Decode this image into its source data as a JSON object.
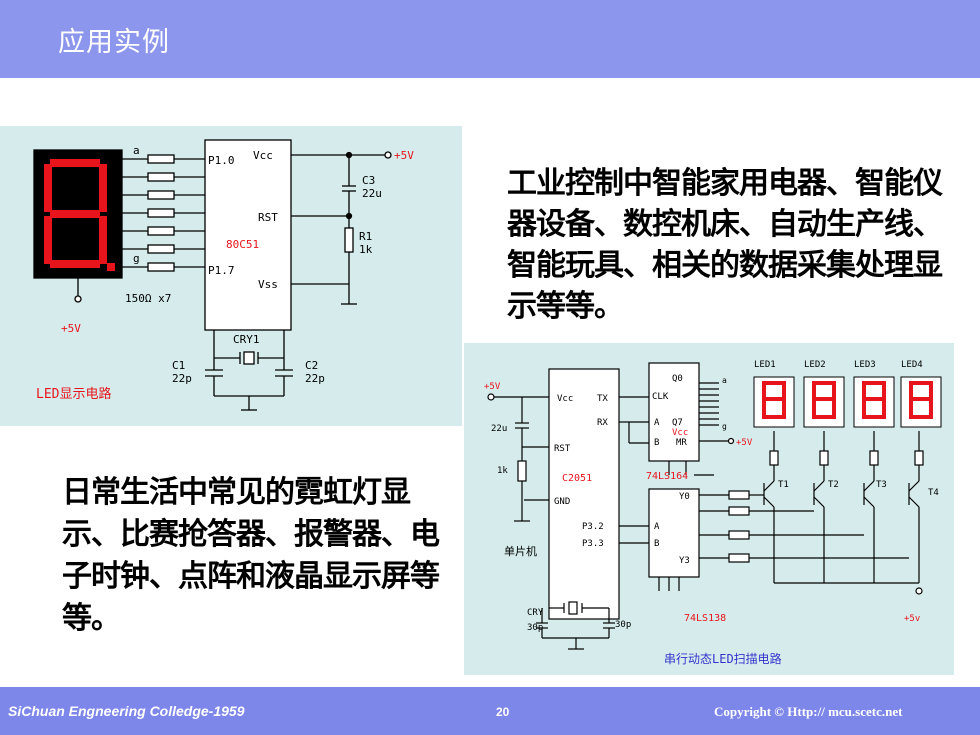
{
  "header": {
    "title": "应用实例"
  },
  "paragraphs": {
    "industrial": "工业控制中智能家用电器、智能仪器设备、数控机床、自动生产线、智能玩具、相关的数据采集处理显示等等。",
    "daily": "日常生活中常见的霓虹灯显示、比赛抢答器、报警器、电子时钟、点阵和液晶显示屏等等。"
  },
  "led_circuit": {
    "caption": "LED显示电路",
    "chip": "80C51",
    "pin_top": "P1.0",
    "pin_bottom": "P1.7",
    "vcc": "Vcc",
    "vss": "Vss",
    "rst": "RST",
    "crystal": "CRY1",
    "c1": "C1",
    "c1_val": "22p",
    "c2": "C2",
    "c2_val": "22p",
    "c3": "C3",
    "c3_val": "22u",
    "r1": "R1",
    "r1_val": "1k",
    "resistors": "150Ω x7",
    "supply": "+5V",
    "supply_bottom": "+5V",
    "seg_a": "a",
    "seg_g": "g"
  },
  "scan_circuit": {
    "caption": "串行动态LED扫描电路",
    "mcu_label": "单片机",
    "chip": "C2051",
    "vcc": "Vcc",
    "tx": "TX",
    "rx": "RX",
    "rst": "RST",
    "gnd": "GND",
    "p32": "P3.2",
    "p33": "P3.3",
    "cry": "CRY",
    "cap_l": "30p",
    "cap_r": "30p",
    "cap_22u": "22u",
    "res_1k": "1k",
    "supply_left": "+5V",
    "supply_mid": "+5V",
    "supply_right": "+5v",
    "shift_chip": "74LS164",
    "clk": "CLK",
    "a": "A",
    "b": "B",
    "q0": "Q0",
    "q7": "Q7",
    "vcc2": "Vcc",
    "mr": "MR",
    "dec_chip": "74LS138",
    "y0": "Y0",
    "y3": "Y3",
    "dec_a": "A",
    "dec_b": "B",
    "seg_a": "a",
    "seg_g": "g",
    "leds": [
      "LED1",
      "LED2",
      "LED3",
      "LED4"
    ],
    "transistors": [
      "T1",
      "T2",
      "T3",
      "T4"
    ]
  },
  "footer": {
    "org": "SiChuan Engneering Colledge-1959",
    "page": "20",
    "copyright": "Copyright © Http:// mcu.scetc.net"
  },
  "colors": {
    "header": "#8c96ec",
    "footer": "#7d86e9",
    "panel": "#d6ecec",
    "led_red": "#e8141c",
    "label_red": "#e8141c"
  }
}
